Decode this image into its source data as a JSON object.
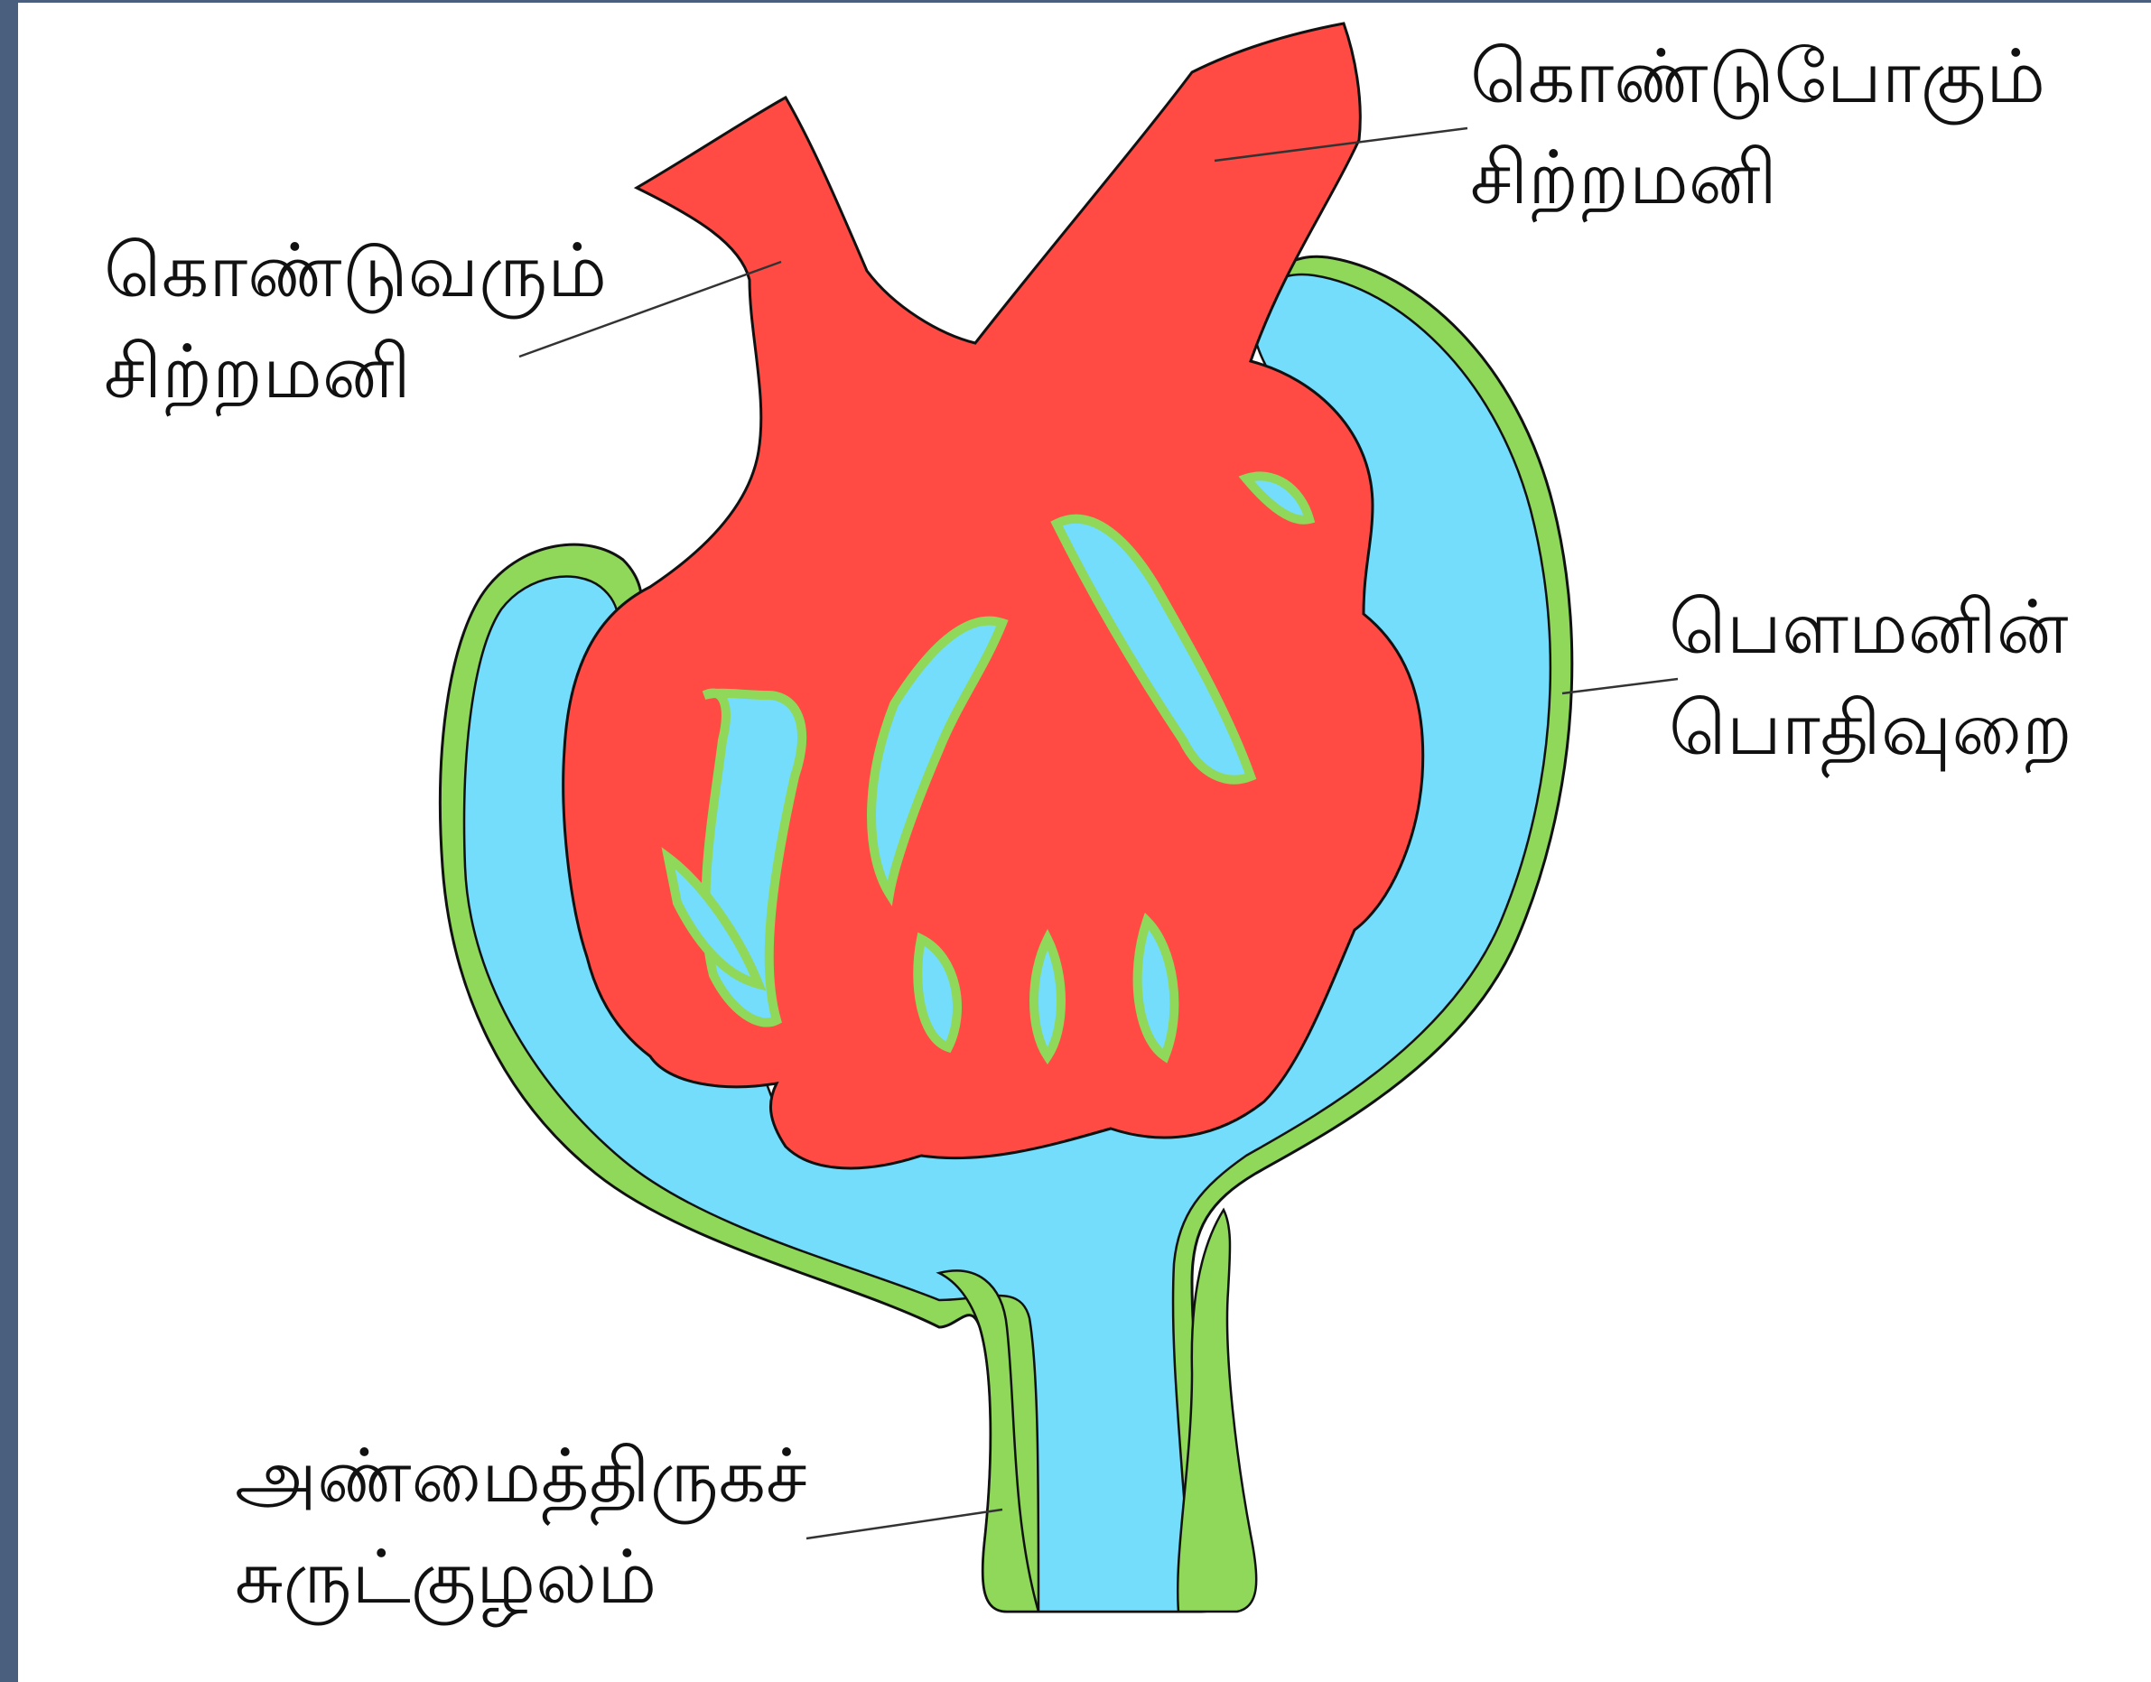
{
  "labels": {
    "afferent": {
      "line1": "கொண்டுவரும்",
      "line2": "சிற்றமனி"
    },
    "efferent": {
      "line1": "கொண்டுபோகும்",
      "line2": "சிற்றமனி"
    },
    "capsule": {
      "line1": "பௌமனின்",
      "line2": "பொதிவுறை"
    },
    "tubule": {
      "line1": "அண்மைத்திருகச்",
      "line2": "சுருட்குழலம்"
    }
  },
  "colors": {
    "capillary": "#ff4b44",
    "capsule_space": "#74ddfb",
    "epithelium": "#8fd85a",
    "outline": "#111111",
    "frame": "#4a5f7e"
  }
}
